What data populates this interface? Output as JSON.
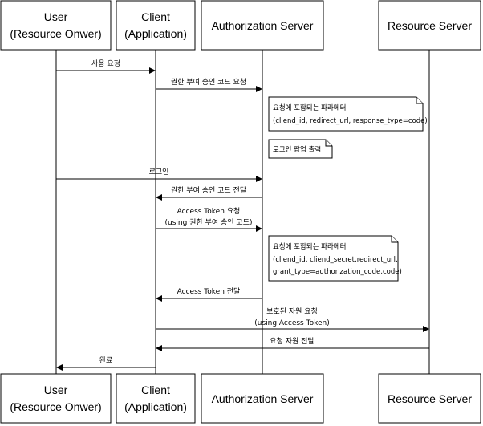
{
  "actors": [
    {
      "key": "user",
      "line1": "User",
      "line2": "(Resource Onwer)"
    },
    {
      "key": "client",
      "line1": "Client",
      "line2": "(Application)"
    },
    {
      "key": "auth",
      "line1": "Authorization Server",
      "line2": ""
    },
    {
      "key": "resource",
      "line1": "Resource Server",
      "line2": ""
    }
  ],
  "messages": [
    {
      "from": "user",
      "to": "client",
      "lines": [
        "사용 요청"
      ]
    },
    {
      "from": "client",
      "to": "auth",
      "lines": [
        "권한 부여 승인 코드 요청"
      ]
    },
    {
      "from": "user",
      "to": "auth",
      "lines": [
        "로그인"
      ]
    },
    {
      "from": "auth",
      "to": "client",
      "lines": [
        "권한 부여 승인 코드 전달"
      ]
    },
    {
      "from": "client",
      "to": "auth",
      "lines": [
        "Access Token 요청",
        "(using 권한 부여 승인 코드)"
      ]
    },
    {
      "from": "auth",
      "to": "client",
      "lines": [
        "Access Token 전달"
      ]
    },
    {
      "from": "client",
      "to": "resource",
      "lines": [
        "보호된 자원 요청",
        "(using Access Token)"
      ]
    },
    {
      "from": "resource",
      "to": "client",
      "lines": [
        "요청 자원 전달"
      ]
    },
    {
      "from": "client",
      "to": "user",
      "lines": [
        "완료"
      ]
    }
  ],
  "notes": [
    {
      "lines": [
        "요청에 포함되는 파라메터",
        "(cliend_id, redirect_url, response_type=code)"
      ]
    },
    {
      "lines": [
        "로그인 팝업 출력"
      ]
    },
    {
      "lines": [
        "요청에 포함되는 파라메터",
        "(cliend_id, cliend_secret,redirect_url,",
        "grant_type=authorization_code,code)"
      ]
    }
  ]
}
